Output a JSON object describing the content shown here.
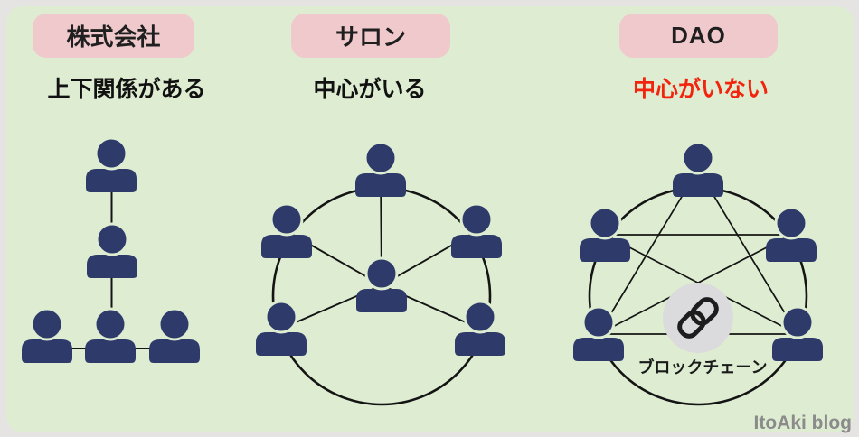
{
  "columns": [
    {
      "badge": "株式会社",
      "subtitle": "上下関係がある",
      "subtitle_color": "#111111",
      "diagram": {
        "type": "hierarchy-tree",
        "people_count": 5,
        "levels": [
          1,
          1,
          3
        ],
        "description": "one person on top connected down to one person connected down to a row of three people"
      }
    },
    {
      "badge": "サロン",
      "subtitle": "中心がいる",
      "subtitle_color": "#111111",
      "diagram": {
        "type": "hub-and-spoke-circle",
        "people_count": 6,
        "peripheral_people": 5,
        "center_people": 1,
        "description": "five people on a circle, one person in the middle, spokes from center to each person"
      }
    },
    {
      "badge": "DAO",
      "subtitle": "中心がいない",
      "subtitle_color": "#f3240e",
      "diagram": {
        "type": "fully-connected-mesh-circle",
        "people_count": 5,
        "center_icon": "chain-link-icon",
        "center_label": "ブロックチェーン",
        "description": "five people on a circle all connected to each other, blockchain chain-link symbol in the middle"
      }
    }
  ],
  "watermark": "ItoAki blog",
  "colors": {
    "outer_background": "#e6e3e3",
    "panel_background": "#deedd2",
    "badge_pink": "#efc9cc",
    "person_navy": "#2e3a6a",
    "line_black": "#141414",
    "red_text": "#f3240e",
    "blockchain_circle_gray": "#dbdbdd",
    "watermark_gray": "#8b8b8b"
  }
}
